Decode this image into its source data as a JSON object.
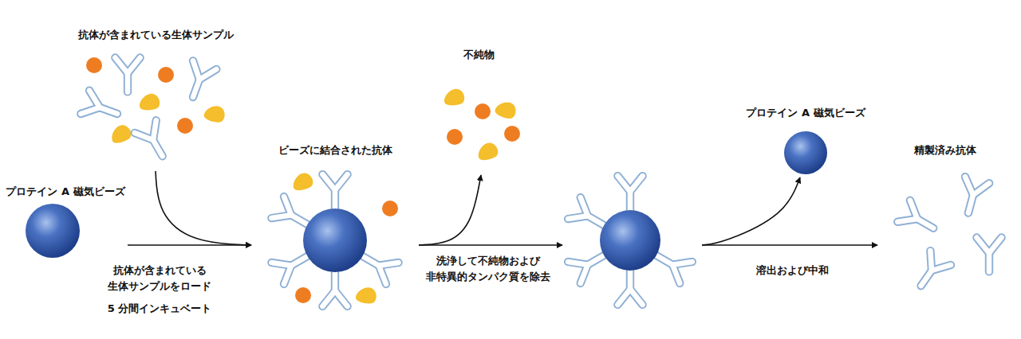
{
  "diagram": {
    "nodes": [
      {
        "text": [
          "抗体が含まれている生体サンプル"
        ]
      },
      {
        "text": [
          "プロテイン A 磁気ビーズ"
        ]
      },
      {
        "text": [
          "ビーズに結合された抗体"
        ]
      },
      {
        "text": [
          "不純物"
        ]
      },
      {
        "text": []
      },
      {
        "text": [
          "プロテイン A 磁気ビーズ"
        ]
      },
      {
        "text": [
          "精製済み抗体"
        ]
      }
    ],
    "edges": [
      {
        "from": 1,
        "to": 2,
        "arrow": "to",
        "label": "抗体が含まれている 生体サンプルをロード"
      },
      {
        "from": 0,
        "to": 2,
        "arrow": "to"
      },
      {
        "from": 2,
        "to": 4,
        "arrow": "to",
        "label": "洗浄して不純物および 非特異的タンパク質を除去"
      },
      {
        "from": 2,
        "to": 3,
        "arrow": "to"
      },
      {
        "from": 4,
        "to": 6,
        "arrow": "to",
        "label": "溶出および中和"
      },
      {
        "from": 4,
        "to": 5,
        "arrow": "to"
      }
    ],
    "labels": [
      "5 分間インキュベート"
    ]
  }
}
